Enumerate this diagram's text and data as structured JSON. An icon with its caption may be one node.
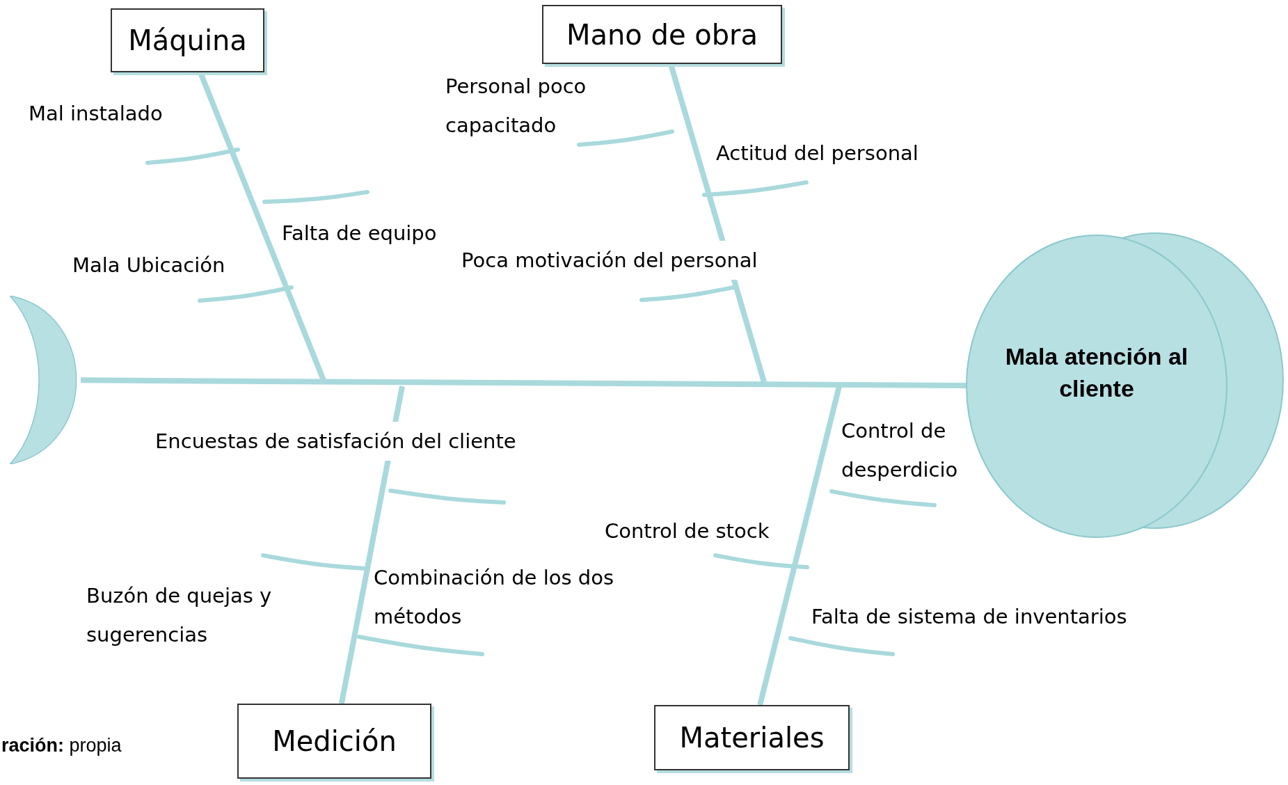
{
  "diagram": {
    "nodes": [
      {
        "text": [
          "Máquina"
        ]
      },
      {
        "text": [
          "Mano de obra"
        ]
      },
      {
        "text": [],
        "shape": "crescent"
      },
      {
        "text": [
          "Mala atención al cliente"
        ]
      },
      {
        "text": [
          "Medición"
        ]
      },
      {
        "text": [
          "Materiales"
        ]
      }
    ],
    "edges": [
      {
        "from": 2,
        "to": 3,
        "arrow": "none"
      },
      {
        "from": 0,
        "to": null,
        "arrow": "none"
      },
      {
        "from": 1,
        "to": null,
        "arrow": "none"
      },
      {
        "from": 4,
        "to": null,
        "arrow": "none"
      },
      {
        "from": 5,
        "to": null,
        "arrow": "none"
      }
    ],
    "labels": [
      "Personal poco capacitado",
      "Mal instalado",
      "Actitud del personal",
      "Falta de equipo",
      "Poca motivación del personal",
      "Mala Ubicación",
      "Encuestas de satisfación del cliente",
      "Control de desperdicio",
      "Control de stock",
      "Combinación de los dos métodos",
      "Buzón de quejas y sugerencias",
      "Falta de sistema de inventarios",
      "**ración:** propia"
    ]
  }
}
